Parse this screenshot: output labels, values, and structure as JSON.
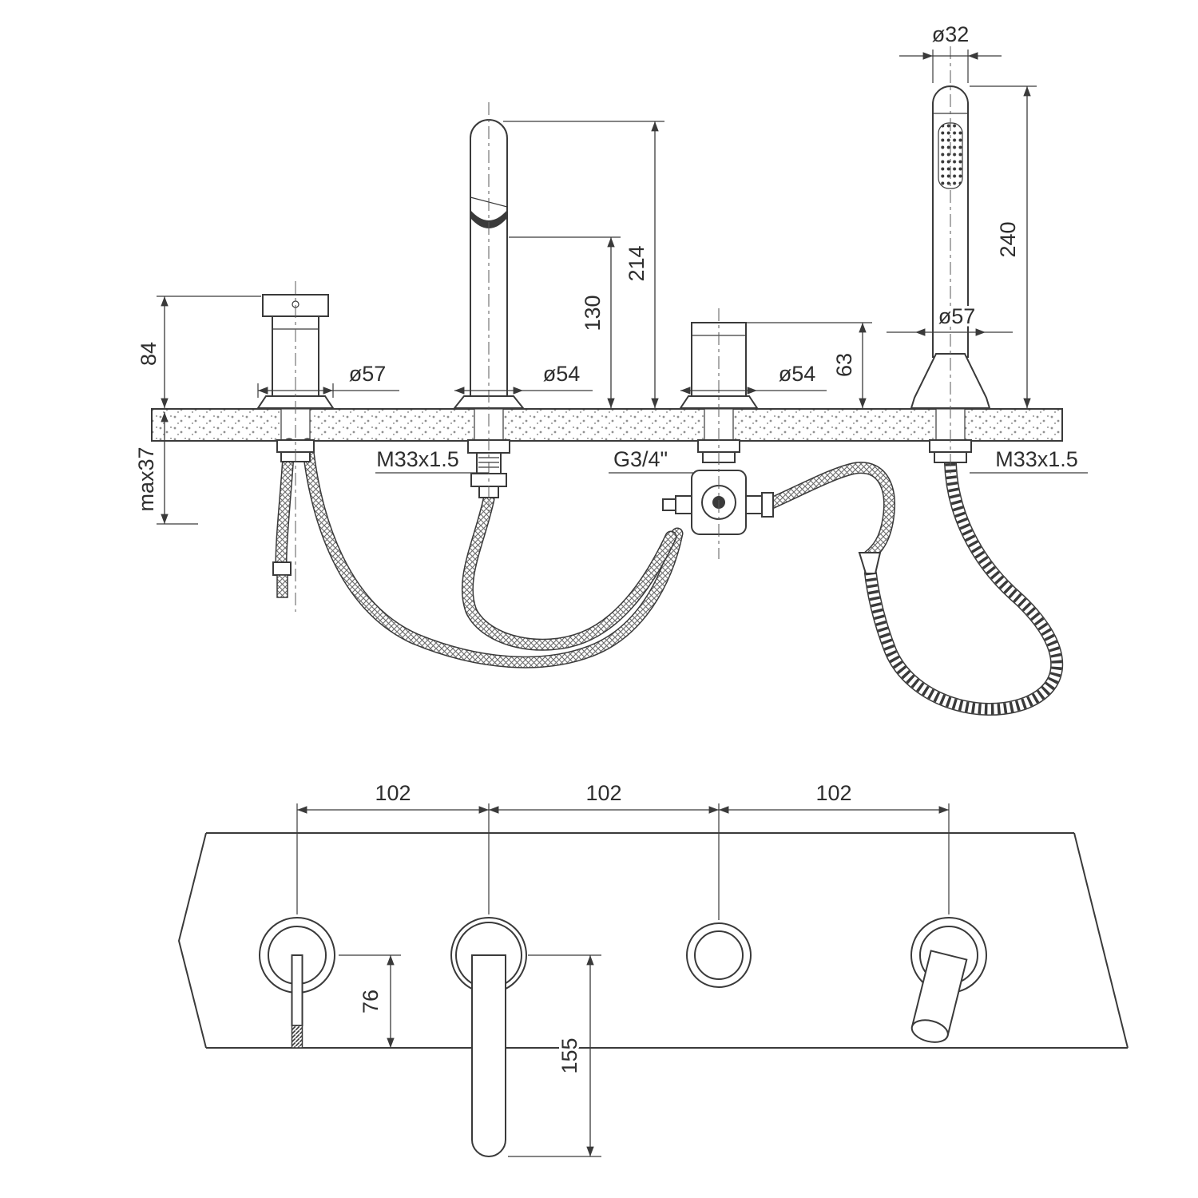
{
  "drawing": {
    "line_color": "#3a3a3a",
    "side_view": {
      "handle_height": "84",
      "deck_max_thickness": "max37",
      "handle_base_dia": "ø57",
      "spout_base_dia": "ø54",
      "spout_outlet_height": "130",
      "spout_total_height": "214",
      "diverter_base_dia": "ø54",
      "diverter_height": "63",
      "shower_head_dia": "ø32",
      "shower_length": "240",
      "holder_base_dia": "ø57",
      "thread_spout": "M33x1.5",
      "thread_valve": "G3/4\"",
      "thread_shower": "M33x1.5"
    },
    "plan_view": {
      "pitch_1": "102",
      "pitch_2": "102",
      "pitch_3": "102",
      "lever_reach": "76",
      "spout_reach": "155"
    }
  }
}
